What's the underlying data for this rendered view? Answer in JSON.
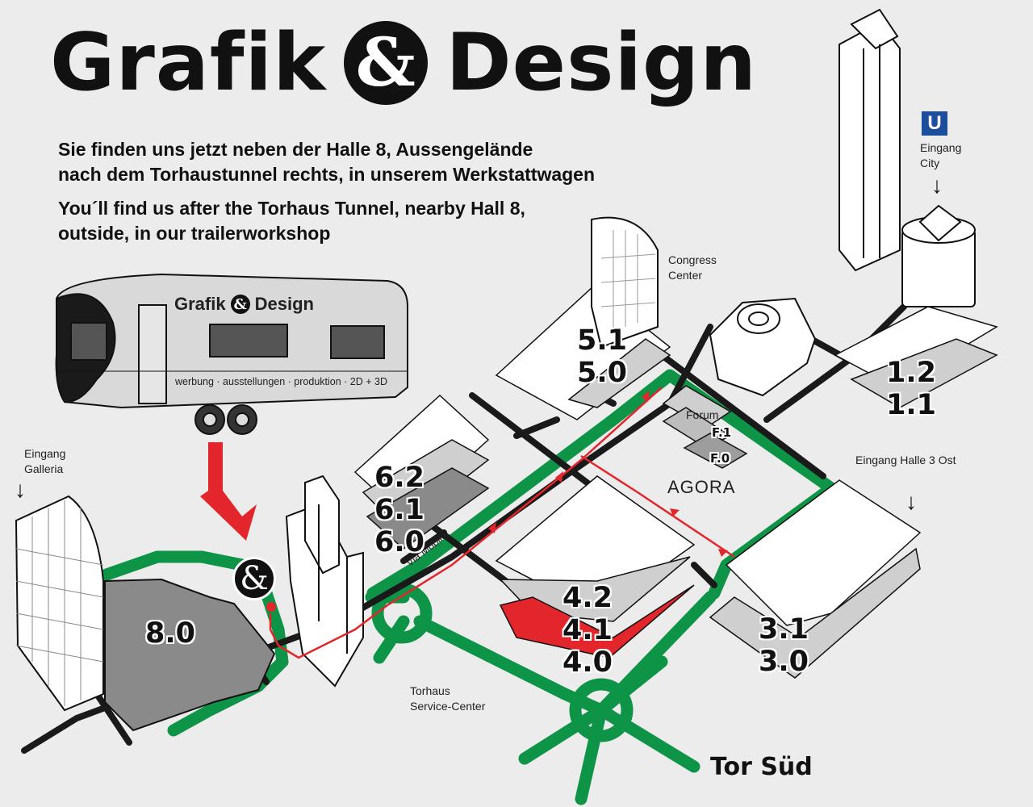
{
  "header": {
    "title_left": "Grafik",
    "title_right": "Design",
    "title_amp": "&",
    "intro_de_line1": "Sie finden uns jetzt neben der Halle 8, Aussengelände",
    "intro_de_line2": "nach dem Torhaustunnel rechts, in unserem Werkstattwagen",
    "intro_en_line1": "You´ll find us after the Torhaus Tunnel, nearby Hall 8,",
    "intro_en_line2": "outside, in our trailerworkshop"
  },
  "trailer": {
    "brand_left": "Grafik",
    "brand_right": "Design",
    "tagline": "werbung · ausstellungen · produktion · 2D + 3D"
  },
  "labels": {
    "congress_line1": "Congress",
    "congress_line2": "Center",
    "eingang_city_line1": "Eingang",
    "eingang_city_line2": "City",
    "eingang_galleria_line1": "Eingang",
    "eingang_galleria_line2": "Galleria",
    "eingang_halle3": "Eingang Halle 3 Ost",
    "torhaus_line1": "Torhaus",
    "torhaus_line2": "Service-Center",
    "via_mobile": "Via Mobile",
    "agora": "AGORA",
    "forum": "Forum",
    "tor_sued": "Tor Süd",
    "ubahn": "U",
    "arrow": "↓"
  },
  "halls": {
    "h51": "5.1",
    "h50": "5.0",
    "h12": "1.2",
    "h11": "1.1",
    "h62": "6.2",
    "h61": "6.1",
    "h60": "6.0",
    "h42": "4.2",
    "h41": "4.1",
    "h40": "4.0",
    "h31": "3.1",
    "h30": "3.0",
    "h80": "8.0",
    "f1": "F.1",
    "f0": "F.0"
  },
  "colors": {
    "background": "#ebeceb",
    "path_green": "#0d9447",
    "road_black": "#1a1a1a",
    "highlight_red": "#e3262b",
    "hall_grey": "#c8c8c8",
    "hall_dark": "#8a8a8a",
    "ubahn_blue": "#1d4e9e"
  }
}
